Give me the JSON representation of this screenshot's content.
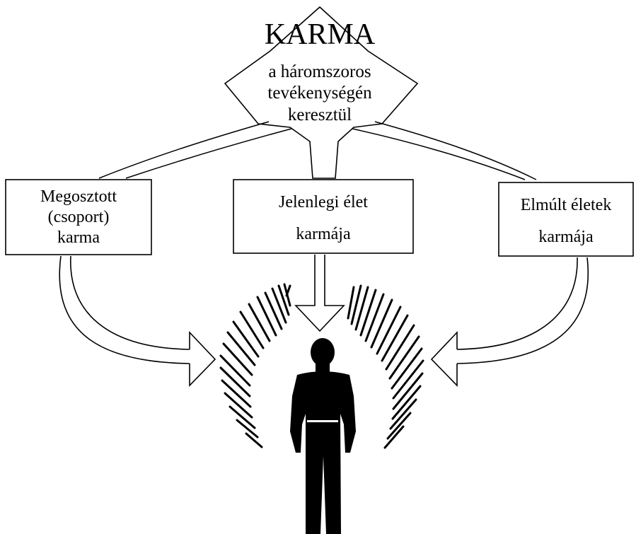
{
  "top": {
    "title": "KARMA",
    "lines": [
      "a háromszoros",
      "tevékenységén",
      "keresztül"
    ]
  },
  "boxes": {
    "left": {
      "lines": [
        "Megosztott",
        "(csoport)",
        "karma"
      ]
    },
    "center": {
      "lines": [
        "Jelenlegi élet",
        "karmája"
      ]
    },
    "right": {
      "lines": [
        "Elmúlt életek",
        "karmája"
      ]
    }
  },
  "colors": {
    "line": "#000000",
    "fill": "#ffffff",
    "figure": "#000000"
  }
}
